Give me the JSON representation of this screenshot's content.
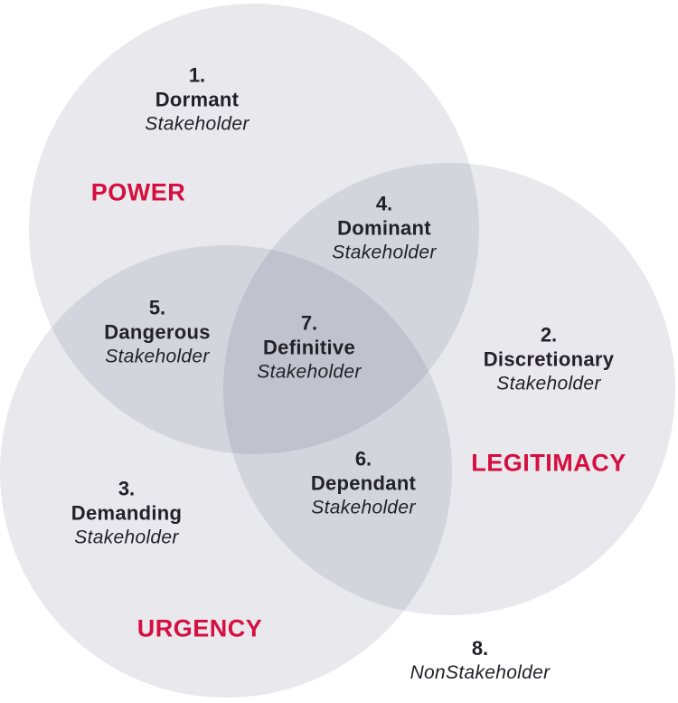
{
  "colors": {
    "accent_red": "#d50f3f",
    "text_dark": "#232127",
    "circle_fill": "rgba(73,68,110,0.125)",
    "background": "#ffffff"
  },
  "circles": [
    {
      "id": "power",
      "label": "POWER"
    },
    {
      "id": "legitimacy",
      "label": "LEGITIMACY"
    },
    {
      "id": "urgency",
      "label": "URGENCY"
    }
  ],
  "regions": [
    {
      "number": "1.",
      "name": "Dormant",
      "type": "Stakeholder",
      "membership": [
        "power"
      ]
    },
    {
      "number": "2.",
      "name": "Discretionary",
      "type": "Stakeholder",
      "membership": [
        "legitimacy"
      ]
    },
    {
      "number": "3.",
      "name": "Demanding",
      "type": "Stakeholder",
      "membership": [
        "urgency"
      ]
    },
    {
      "number": "4.",
      "name": "Dominant",
      "type": "Stakeholder",
      "membership": [
        "power",
        "legitimacy"
      ]
    },
    {
      "number": "5.",
      "name": "Dangerous",
      "type": "Stakeholder",
      "membership": [
        "power",
        "urgency"
      ]
    },
    {
      "number": "6.",
      "name": "Dependant",
      "type": "Stakeholder",
      "membership": [
        "legitimacy",
        "urgency"
      ]
    },
    {
      "number": "7.",
      "name": "Definitive",
      "type": "Stakeholder",
      "membership": [
        "power",
        "legitimacy",
        "urgency"
      ]
    },
    {
      "number": "8.",
      "name": "",
      "type": "NonStakeholder",
      "membership": []
    }
  ]
}
